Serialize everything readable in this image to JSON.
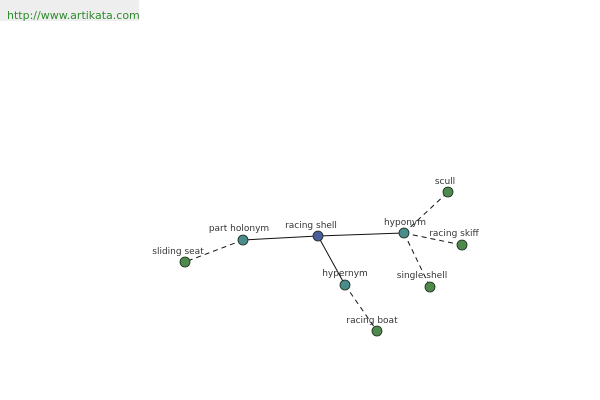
{
  "url": "http://www.artikata.com",
  "graph": {
    "center": "racing shell",
    "colors": {
      "center_node": "#4b5d9a",
      "relation_node": "#4a8c8c",
      "leaf_node": "#4e8a4e"
    },
    "nodes": [
      {
        "id": "racing_shell",
        "label": "racing shell",
        "kind": "center"
      },
      {
        "id": "part_holonym",
        "label": "part holonym",
        "kind": "relation"
      },
      {
        "id": "hyponym",
        "label": "hyponym",
        "kind": "relation"
      },
      {
        "id": "hypernym",
        "label": "hypernym",
        "kind": "relation"
      },
      {
        "id": "sliding_seat",
        "label": "sliding seat",
        "kind": "leaf"
      },
      {
        "id": "scull",
        "label": "scull",
        "kind": "leaf"
      },
      {
        "id": "racing_skiff",
        "label": "racing skiff",
        "kind": "leaf"
      },
      {
        "id": "single_shell",
        "label": "single shell",
        "kind": "leaf"
      },
      {
        "id": "racing_boat",
        "label": "racing boat",
        "kind": "leaf"
      }
    ],
    "edges": [
      {
        "from": "racing_shell",
        "to": "part_holonym",
        "style": "solid"
      },
      {
        "from": "racing_shell",
        "to": "hyponym",
        "style": "solid"
      },
      {
        "from": "racing_shell",
        "to": "hypernym",
        "style": "solid"
      },
      {
        "from": "part_holonym",
        "to": "sliding_seat",
        "style": "dashed"
      },
      {
        "from": "hyponym",
        "to": "scull",
        "style": "dashed"
      },
      {
        "from": "hyponym",
        "to": "racing_skiff",
        "style": "dashed"
      },
      {
        "from": "hyponym",
        "to": "single_shell",
        "style": "dashed"
      },
      {
        "from": "hypernym",
        "to": "racing_boat",
        "style": "dashed"
      }
    ]
  }
}
